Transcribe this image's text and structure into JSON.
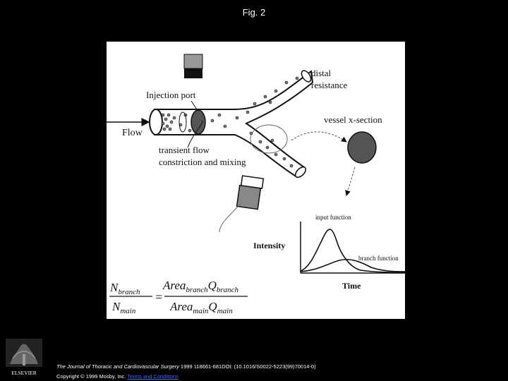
{
  "slide": {
    "title": "Fig. 2"
  },
  "figure": {
    "labels": {
      "injection_port": "Injection port",
      "flow": "Flow",
      "distal_line1": "distal",
      "distal_line2": "resistance",
      "vessel_xsection": "vessel x-section",
      "transient_line1": "transient flow",
      "transient_line2": "constriction and mixing",
      "intensity": "Intensity",
      "time": "Time",
      "input_function": "input function",
      "branch_function": "branch function"
    },
    "equation": {
      "lhs_num": "N",
      "lhs_num_sub": "branch",
      "lhs_den": "N",
      "lhs_den_sub": "main",
      "equals": "=",
      "rhs_num_a": "Area",
      "rhs_num_a_sub": "branch",
      "rhs_num_q": "Q",
      "rhs_num_q_sub": "branch",
      "rhs_den_a": "Area",
      "rhs_den_a_sub": "main",
      "rhs_den_q": "Q",
      "rhs_den_q_sub": "main"
    }
  },
  "footer": {
    "logo_text": "ELSEVIER",
    "journal": "The Journal of Thoracic and Cardiovascular Surgery",
    "citation_rest": " 1999 118661-681DOI: (10.1016/S0022-5223(99)70014-0)",
    "copyright": "Copyright © 1999 Mosby, Inc.",
    "terms": "Terms and Conditions"
  },
  "colors": {
    "background": "#000000",
    "panel": "#ffffff",
    "link": "#3a6cff"
  }
}
